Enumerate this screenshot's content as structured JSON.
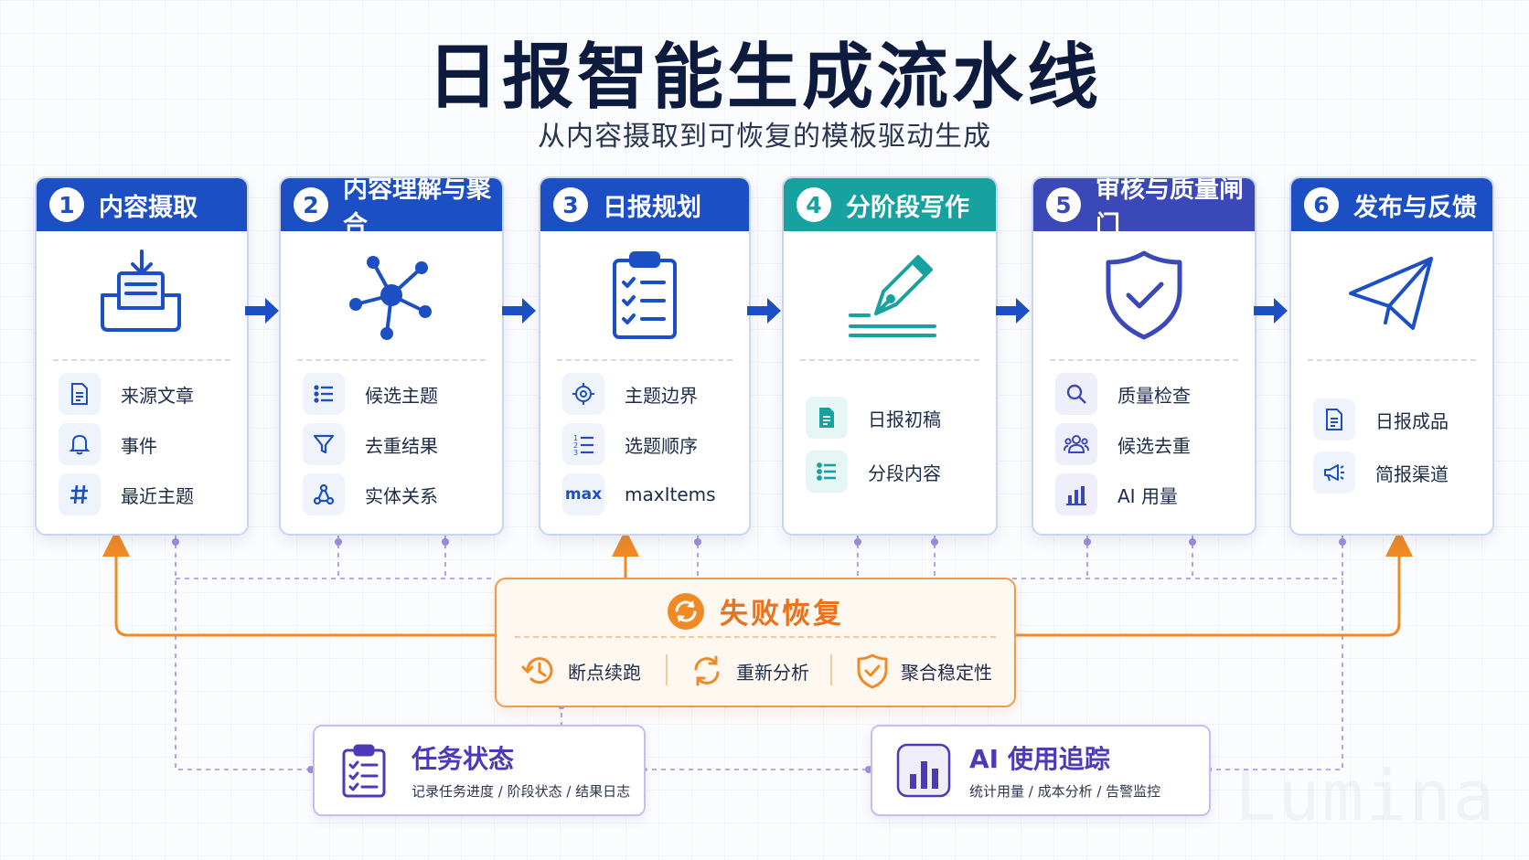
{
  "title": "日报智能生成流水线",
  "subtitle": "从内容摄取到可恢复的模板驱动生成",
  "stages": [
    {
      "num": "1",
      "title": "内容摄取",
      "color": "#1d4fc4",
      "icon": "inbox-download-icon",
      "items": [
        {
          "icon": "document-icon",
          "label": "来源文章"
        },
        {
          "icon": "bell-icon",
          "label": "事件"
        },
        {
          "icon": "hash-icon",
          "label": "最近主题"
        }
      ]
    },
    {
      "num": "2",
      "title": "内容理解与聚合",
      "color": "#1d4fc4",
      "icon": "network-hub-icon",
      "items": [
        {
          "icon": "list-icon",
          "label": "候选主题"
        },
        {
          "icon": "filter-icon",
          "label": "去重结果"
        },
        {
          "icon": "nodes-icon",
          "label": "实体关系"
        }
      ]
    },
    {
      "num": "3",
      "title": "日报规划",
      "color": "#1d4fc4",
      "icon": "clipboard-checklist-icon",
      "items": [
        {
          "icon": "target-icon",
          "label": "主题边界"
        },
        {
          "icon": "ordered-list-icon",
          "label": "选题顺序"
        },
        {
          "icon": "max-icon",
          "label": "maxItems"
        }
      ]
    },
    {
      "num": "4",
      "title": "分阶段写作",
      "color": "#17a2a0",
      "icon": "pen-writing-icon",
      "items": [
        {
          "icon": "document-icon",
          "label": "日报初稿"
        },
        {
          "icon": "list-icon",
          "label": "分段内容"
        }
      ]
    },
    {
      "num": "5",
      "title": "审核与质量闸门",
      "color": "#3b48b8",
      "icon": "shield-check-icon",
      "items": [
        {
          "icon": "search-icon",
          "label": "质量检查"
        },
        {
          "icon": "users-icon",
          "label": "候选去重"
        },
        {
          "icon": "bar-chart-icon",
          "label": "AI 用量"
        }
      ]
    },
    {
      "num": "6",
      "title": "发布与反馈",
      "color": "#1d4fc4",
      "icon": "paper-plane-icon",
      "items": [
        {
          "icon": "document-icon",
          "label": "日报成品"
        },
        {
          "icon": "megaphone-icon",
          "label": "简报渠道"
        }
      ]
    }
  ],
  "recovery": {
    "title": "失败恢复",
    "items": [
      {
        "icon": "history-clock-icon",
        "label": "断点续跑"
      },
      {
        "icon": "refresh-icon",
        "label": "重新分析"
      },
      {
        "icon": "shield-check-icon",
        "label": "聚合稳定性"
      }
    ]
  },
  "task_status": {
    "title": "任务状态",
    "subtitle": "记录任务进度 / 阶段状态 / 结果日志",
    "icon": "clipboard-icon"
  },
  "ai_tracking": {
    "title": "AI 使用追踪",
    "subtitle": "统计用量 / 成本分析 / 告警监控",
    "icon": "bar-chart-icon"
  },
  "watermark": "Lumina",
  "colors": {
    "blue": "#1d4fc4",
    "teal": "#17a2a0",
    "indigo": "#3b48b8",
    "orange": "#f08a24",
    "purple": "#7b6ad8"
  }
}
